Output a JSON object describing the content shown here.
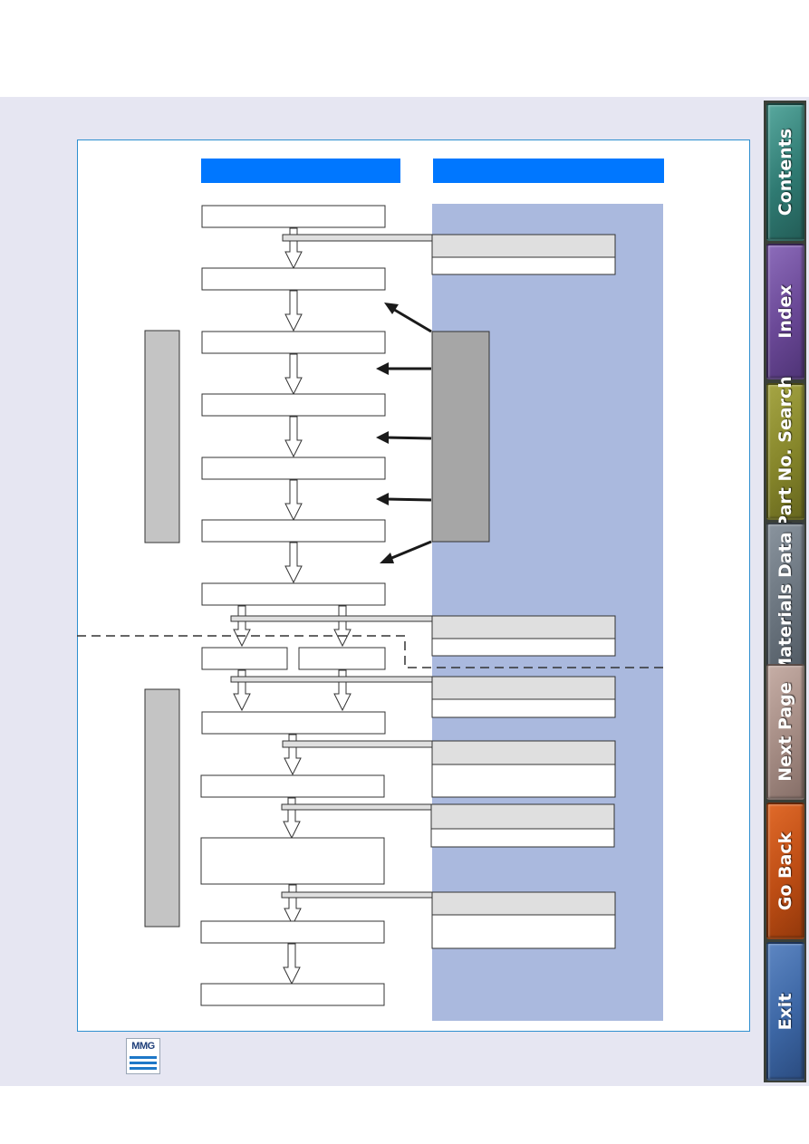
{
  "brand": {
    "logo_text": "MMG"
  },
  "nav": {
    "contents": "Contents",
    "index": "Index",
    "part_no_search": "Part No. Search",
    "materials_data": "Materials Data",
    "next_page": "Next Page",
    "go_back": "Go Back",
    "exit": "Exit"
  },
  "colors": {
    "header_blue": "#0077ff",
    "panel_blue": "#aab9de",
    "side_gray": "#c4c4c4",
    "callout_gray": "#dfdfdf",
    "frame_border": "#2e8fd0",
    "nav_contents": "#3d8f86",
    "nav_index": "#6d4c9a",
    "nav_part_no_search": "#8a8a2e",
    "nav_materials_data": "#6c7680",
    "nav_next_page": "#a88e86",
    "nav_go_back": "#c0511a",
    "nav_exit": "#3f6aa8"
  }
}
